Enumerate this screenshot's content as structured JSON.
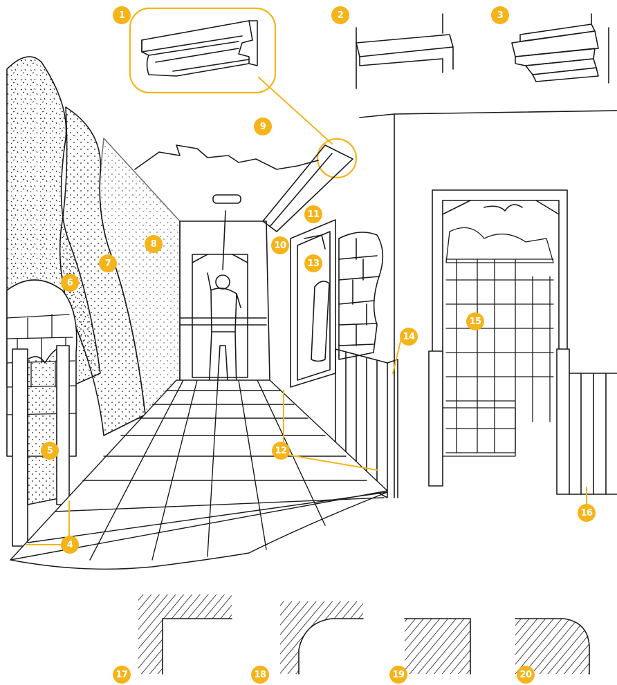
{
  "accent_color": "#F4B41A",
  "ink_color": "#1a1a1a",
  "labels": {
    "l1": "1",
    "l2": "2",
    "l3": "3",
    "l4": "4",
    "l5": "5",
    "l6": "6",
    "l7": "7",
    "l8": "8",
    "l9": "9",
    "l10": "10",
    "l11": "11",
    "l12": "12",
    "l13": "13",
    "l14": "14",
    "l15": "15",
    "l16": "16",
    "l17": "17",
    "l18": "18",
    "l19": "19",
    "l20": "20"
  }
}
